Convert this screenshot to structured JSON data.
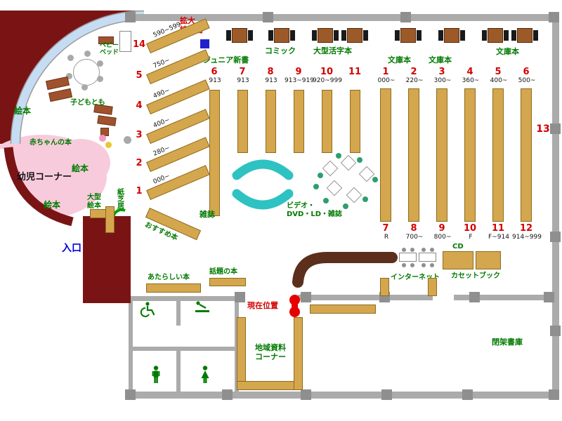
{
  "colors": {
    "carpet_wall": "#7A1414",
    "shelf": "#D4A74E",
    "window_band": "#C6DCF2",
    "magazine_display": "#2EC2C2",
    "green_label": "#007A00",
    "red_label": "#D40000",
    "entrance_blue": "#0000E0",
    "kids_carpet": "#F8CBDC"
  },
  "header": {
    "magnifier": "拡大\n読書器"
  },
  "sections": {
    "junior": "ジュニア新書",
    "comic": "コミック",
    "large_print": "大型活字本",
    "bunko_1": "文庫本",
    "bunko_2": "文庫本",
    "bunko_3": "文庫本",
    "magazines": "雑誌",
    "video": "ビデオ・\nDVD・LD・雑誌",
    "new_books": "あたらしい本",
    "topic_books": "話題の本",
    "internet": "インターネット",
    "cd": "CD",
    "cassette": "カセットブック",
    "local_corner": "地域資料\nコーナー",
    "closed_stacks": "閉架書庫",
    "entrance": "入口",
    "current_location": "現在位置",
    "shelf13": "13"
  },
  "kids": {
    "picture_books_1": "絵本",
    "picture_books_2": "絵本",
    "picture_books_3": "絵本",
    "baby_books": "赤ちゃんの本",
    "kodomotomo": "子どもとも",
    "baby_bed": "ベビー\nベッド",
    "toddler_corner": "幼児コーナー",
    "big_picture_books": "大型\n絵本",
    "kamishibai": "紙芝居",
    "recommended": "おすすめ本"
  },
  "diagonal_shelves": [
    {
      "num": "14",
      "range": "590~599"
    },
    {
      "num": "5",
      "range": "750~"
    },
    {
      "num": "4",
      "range": "490~"
    },
    {
      "num": "3",
      "range": "400~"
    },
    {
      "num": "2",
      "range": "280~"
    },
    {
      "num": "1",
      "range": "000~"
    }
  ],
  "center_shelves": [
    {
      "num": "6",
      "range": "913"
    },
    {
      "num": "7",
      "range": "913"
    },
    {
      "num": "8",
      "range": "913"
    },
    {
      "num": "9",
      "range": "913~919"
    },
    {
      "num": "10",
      "range": "920~999"
    },
    {
      "num": "11",
      "range": ""
    }
  ],
  "right_shelves_top": [
    {
      "num": "1",
      "range": "000~"
    },
    {
      "num": "2",
      "range": "220~"
    },
    {
      "num": "3",
      "range": "300~"
    },
    {
      "num": "4",
      "range": "360~"
    },
    {
      "num": "5",
      "range": "400~"
    },
    {
      "num": "6",
      "range": "500~"
    }
  ],
  "right_shelves_bottom": [
    {
      "num": "7",
      "range": "R"
    },
    {
      "num": "8",
      "range": "700~"
    },
    {
      "num": "9",
      "range": "800~"
    },
    {
      "num": "10",
      "range": "F"
    },
    {
      "num": "11",
      "range": "F~914"
    },
    {
      "num": "12",
      "range": "914~999"
    }
  ]
}
